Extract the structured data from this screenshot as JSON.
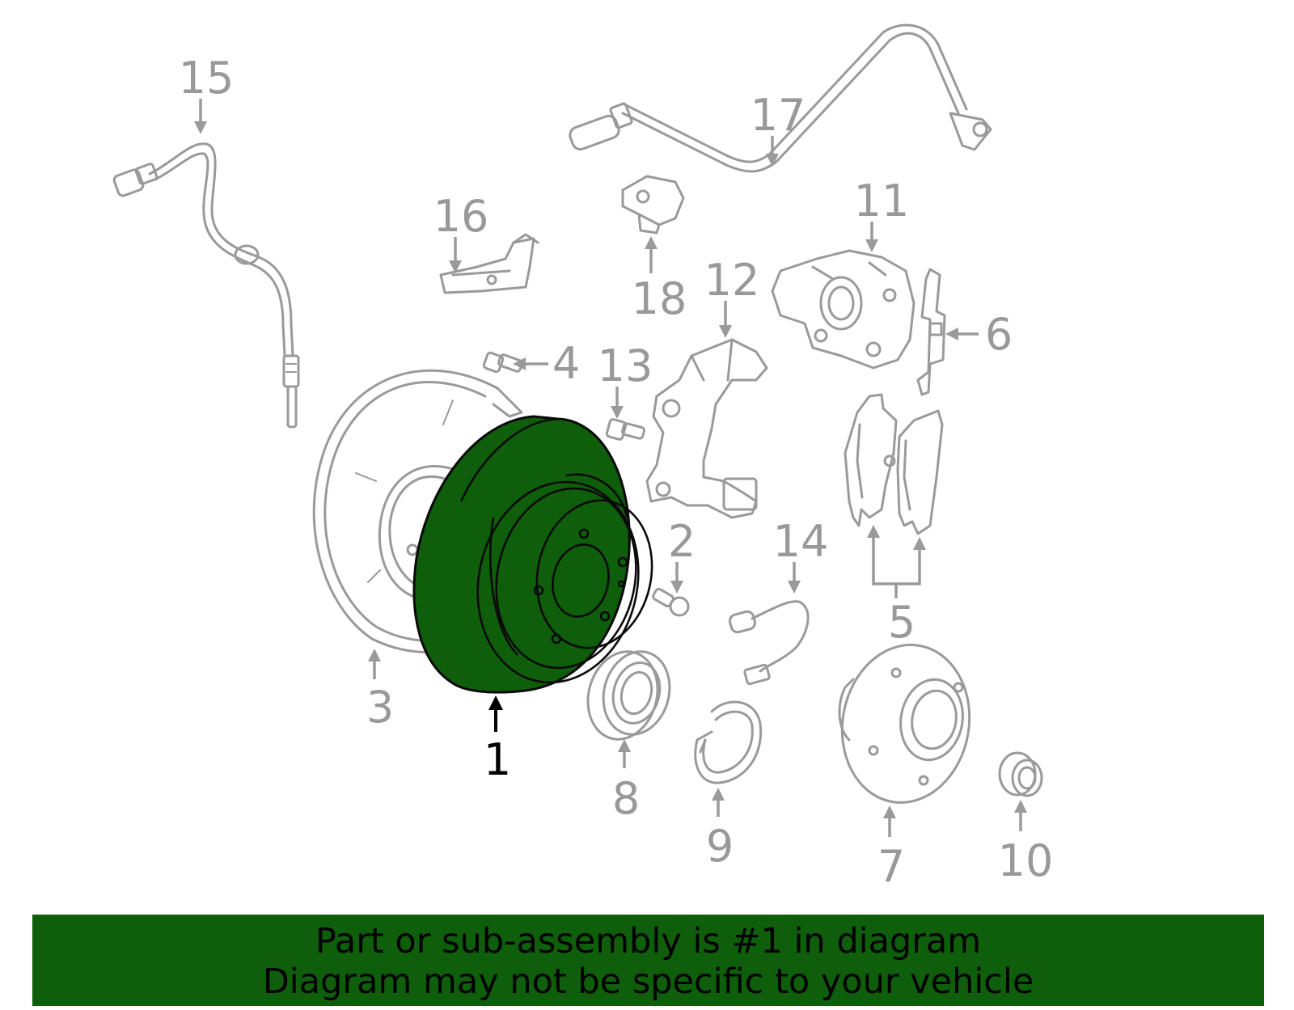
{
  "diagram": {
    "highlighted_part": "1",
    "callouts": [
      "1",
      "2",
      "3",
      "4",
      "5",
      "6",
      "7",
      "8",
      "9",
      "10",
      "11",
      "12",
      "13",
      "14",
      "15",
      "16",
      "17",
      "18"
    ]
  },
  "banner": {
    "line1": "Part or sub-assembly is #1 in diagram",
    "line2": "Diagram may not be specific to your vehicle"
  },
  "colors": {
    "highlight": "#0f5e0b",
    "parts": "#9a9a9a",
    "labels": "#999999"
  }
}
